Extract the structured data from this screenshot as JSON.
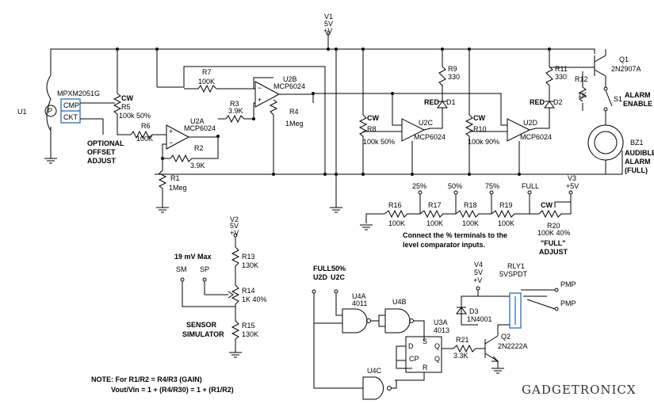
{
  "supply": {
    "v1": "V1",
    "v1_val": "5V",
    "v1_plus": "+V",
    "v2": "V2",
    "v2_val": "5V",
    "v2_plus": "+V",
    "v3": "V3",
    "v3_val": "+5V",
    "v4": "V4",
    "v4_val": "5V",
    "v4_plus": "+V"
  },
  "sensor": {
    "ref": "U1",
    "part": "MPXM2051G",
    "cmp": "CMP",
    "ckt": "CKT",
    "p": "P"
  },
  "offset": {
    "cw": "CW",
    "r5": "R5",
    "r5_val": "100k 50%",
    "r6": "R6",
    "r6_val": "100K",
    "label1": "OPTIONAL",
    "label2": "OFFSET",
    "label3": "ADJUST"
  },
  "opamp_a": {
    "ref": "U2A",
    "part": "MCP6024",
    "r1": "R1",
    "r1_val": "1Meg",
    "r2": "R2",
    "r2_val": "3.9K"
  },
  "opamp_b": {
    "ref": "U2B",
    "part": "MCP6024",
    "r7": "R7",
    "r7_val": "100K",
    "r3": "R3",
    "r3_val": "3.9K",
    "r4": "R4",
    "r4_val": "1Meg"
  },
  "level_c": {
    "cw": "CW",
    "r8": "R8",
    "r8_val": "100k 50%",
    "ref": "U2C",
    "part": "MCP6024",
    "r9": "R9",
    "r9_val": "330",
    "led": "RED",
    "d": "D1"
  },
  "level_d": {
    "cw": "CW",
    "r10": "R10",
    "r10_val": "100k 90%",
    "ref": "U2D",
    "part": "MCP6024",
    "r11": "R11",
    "r11_val": "330",
    "led": "RED",
    "d": "D2"
  },
  "alarm": {
    "q1": "Q1",
    "q1_part": "2N2907A",
    "r12": "R12",
    "r12_val": "1K",
    "s1": "S1",
    "enable1": "ALARM",
    "enable2": "ENABLE",
    "bz": "BZ1",
    "bz1": "AUDIBLE",
    "bz2": "ALARM",
    "bz3": "(FULL)"
  },
  "divider": {
    "t25": "25%",
    "t50": "50%",
    "t75": "75%",
    "tfull": "FULL",
    "r16": "R16",
    "r17": "R17",
    "r18": "R18",
    "r19": "R19",
    "rval": "100K",
    "cw": "CW",
    "r20": "R20",
    "r20_val": "100K 40%",
    "full_lbl1": "\"FULL\"",
    "full_lbl2": "ADJUST",
    "note1": "Connect the % terminals to the",
    "note2": "level comparator inputs."
  },
  "simulator": {
    "max": "19 mV Max",
    "sm": "SM",
    "sp": "SP",
    "r13": "R13",
    "r13_val": "130K",
    "r14": "R14",
    "r14_val": "1K 40%",
    "r15": "R15",
    "r15_val": "130K",
    "label1": "SENSOR",
    "label2": "SIMULATOR"
  },
  "logic": {
    "full": "FULL",
    "u2d": "U2D",
    "p50": "50%",
    "u2c": "U2C",
    "u4a": "U4A",
    "u4a_part": "4011",
    "u4b": "U4B",
    "u4c": "U4C",
    "u3a": "U3A",
    "u3a_part": "4013",
    "d": "D",
    "s": "S",
    "q": "Q",
    "cp": "CP",
    "qb": "Q",
    "r": "R",
    "r21": "R21",
    "r21_val": "3.3K",
    "q2": "Q2",
    "q2_part": "2N2222A",
    "d3": "D3",
    "d3_part": "1N4001",
    "rly": "RLY1",
    "rly_part": "5VSPDT",
    "pmp1": "PMP",
    "pmp2": "PMP"
  },
  "note": {
    "line1": "NOTE: For R1/R2 = R4/R3 (GAIN)",
    "line2": "Vout/Vin = 1 + (R4/R30) = 1 + (R1/R2)"
  },
  "brand": {
    "name": "GADGETRONICX"
  }
}
